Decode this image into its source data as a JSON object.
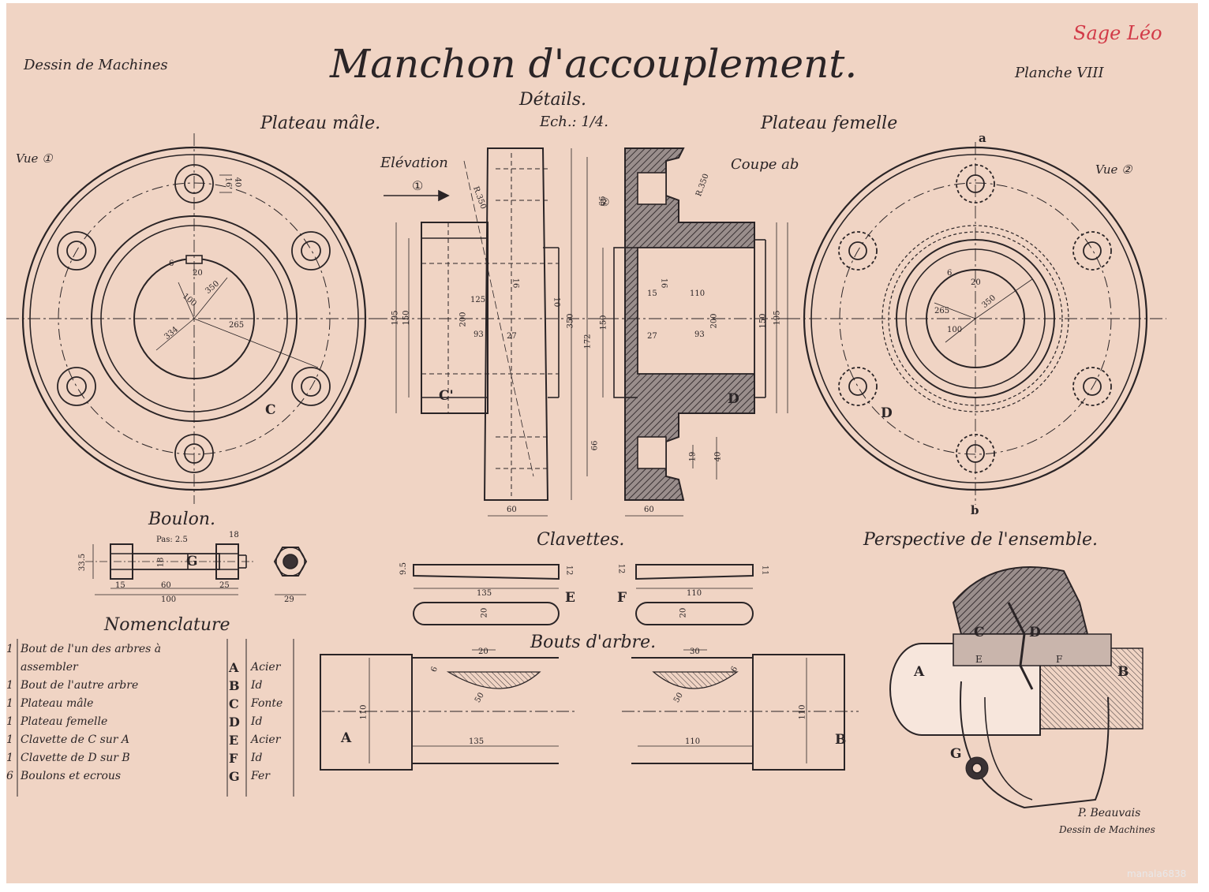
{
  "header": {
    "left": "Dessin de Machines",
    "title": "Manchon d'accouplement.",
    "right": "Planche VIII",
    "subtitle": "Détails.",
    "signature": "Sage Léo"
  },
  "watermark": "manala6838",
  "views": {
    "male_plate": "Plateau mâle.",
    "scale": "Ech.: 1/4.",
    "female_plate": "Plateau femelle",
    "view1": "Vue ①",
    "view2": "Vue ②",
    "elevation": "Elévation",
    "section": "Coupe ab",
    "bolt": "Boulon.",
    "keys": "Clavettes.",
    "shaft_ends": "Bouts d'arbre.",
    "perspective": "Perspective de l'ensemble.",
    "author": "P. Beauvais",
    "author_sub": "Dessin de Machines"
  },
  "nomenclature": {
    "title": "Nomenclature",
    "rows": [
      {
        "qty": "1",
        "name": "Bout de l'un des arbres à",
        "mark": "",
        "material": ""
      },
      {
        "qty": "",
        "name": "assembler",
        "mark": "A",
        "material": "Acier"
      },
      {
        "qty": "1",
        "name": "Bout de l'autre arbre",
        "mark": "B",
        "material": "Id"
      },
      {
        "qty": "1",
        "name": "Plateau mâle",
        "mark": "C",
        "material": "Fonte"
      },
      {
        "qty": "1",
        "name": "Plateau femelle",
        "mark": "D",
        "material": "Id"
      },
      {
        "qty": "1",
        "name": "Clavette de C sur A",
        "mark": "E",
        "material": "Acier"
      },
      {
        "qty": "1",
        "name": "Clavette de D sur B",
        "mark": "F",
        "material": "Id"
      },
      {
        "qty": "6",
        "name": "Boulons et ecrous",
        "mark": "G",
        "material": "Fer"
      }
    ]
  },
  "part_labels": {
    "c": "C",
    "c_prime": "C'",
    "d": "D",
    "d2": "D",
    "a": "A",
    "b": "B",
    "e": "E",
    "f": "F",
    "g": "G",
    "sec_a": "a",
    "sec_b": "b",
    "p_a": "A",
    "p_b": "B",
    "p_c": "C",
    "p_d": "D",
    "p_e": "E",
    "p_f": "F",
    "p_g": "G",
    "circle1": "①",
    "circle2": "②"
  },
  "dims": {
    "m16": "16",
    "m40": "40",
    "m6": "6",
    "m20": "20",
    "m350": "350",
    "m100": "100",
    "m265": "265",
    "m334": "334",
    "r350a": "R.350",
    "r350b": "R.350",
    "e195": "195",
    "e150": "150",
    "e125": "125",
    "e200": "200",
    "e93": "93",
    "e27": "27",
    "e10": "10",
    "e16": "16",
    "e350": "350",
    "e172": "172",
    "e60": "60",
    "s66a": "66",
    "s66b": "66",
    "s15": "15",
    "s150": "150",
    "s110": "110",
    "s200": "200",
    "s93": "93",
    "s27": "27",
    "s150b": "150",
    "s195": "195",
    "s19": "19",
    "s40": "40",
    "s60": "60",
    "s16": "16",
    "f6": "6",
    "f20": "20",
    "f265": "265",
    "f350": "350",
    "f100": "100",
    "pas": "Pas: 2.5",
    "b18": "18",
    "b335": "33.5",
    "b18b": "18",
    "b15": "15",
    "b60": "60",
    "b25": "25",
    "b100": "100",
    "b29": "29",
    "k95": "9.5",
    "k135": "135",
    "k12": "12",
    "k20": "20",
    "k12b": "12",
    "k110": "110",
    "k11": "11",
    "k20b": "20",
    "a20": "20",
    "a6": "6",
    "a50": "50",
    "a110": "110",
    "a135": "135",
    "b30": "30",
    "b6": "6",
    "b50": "50",
    "b110": "110",
    "b110b": "110"
  }
}
